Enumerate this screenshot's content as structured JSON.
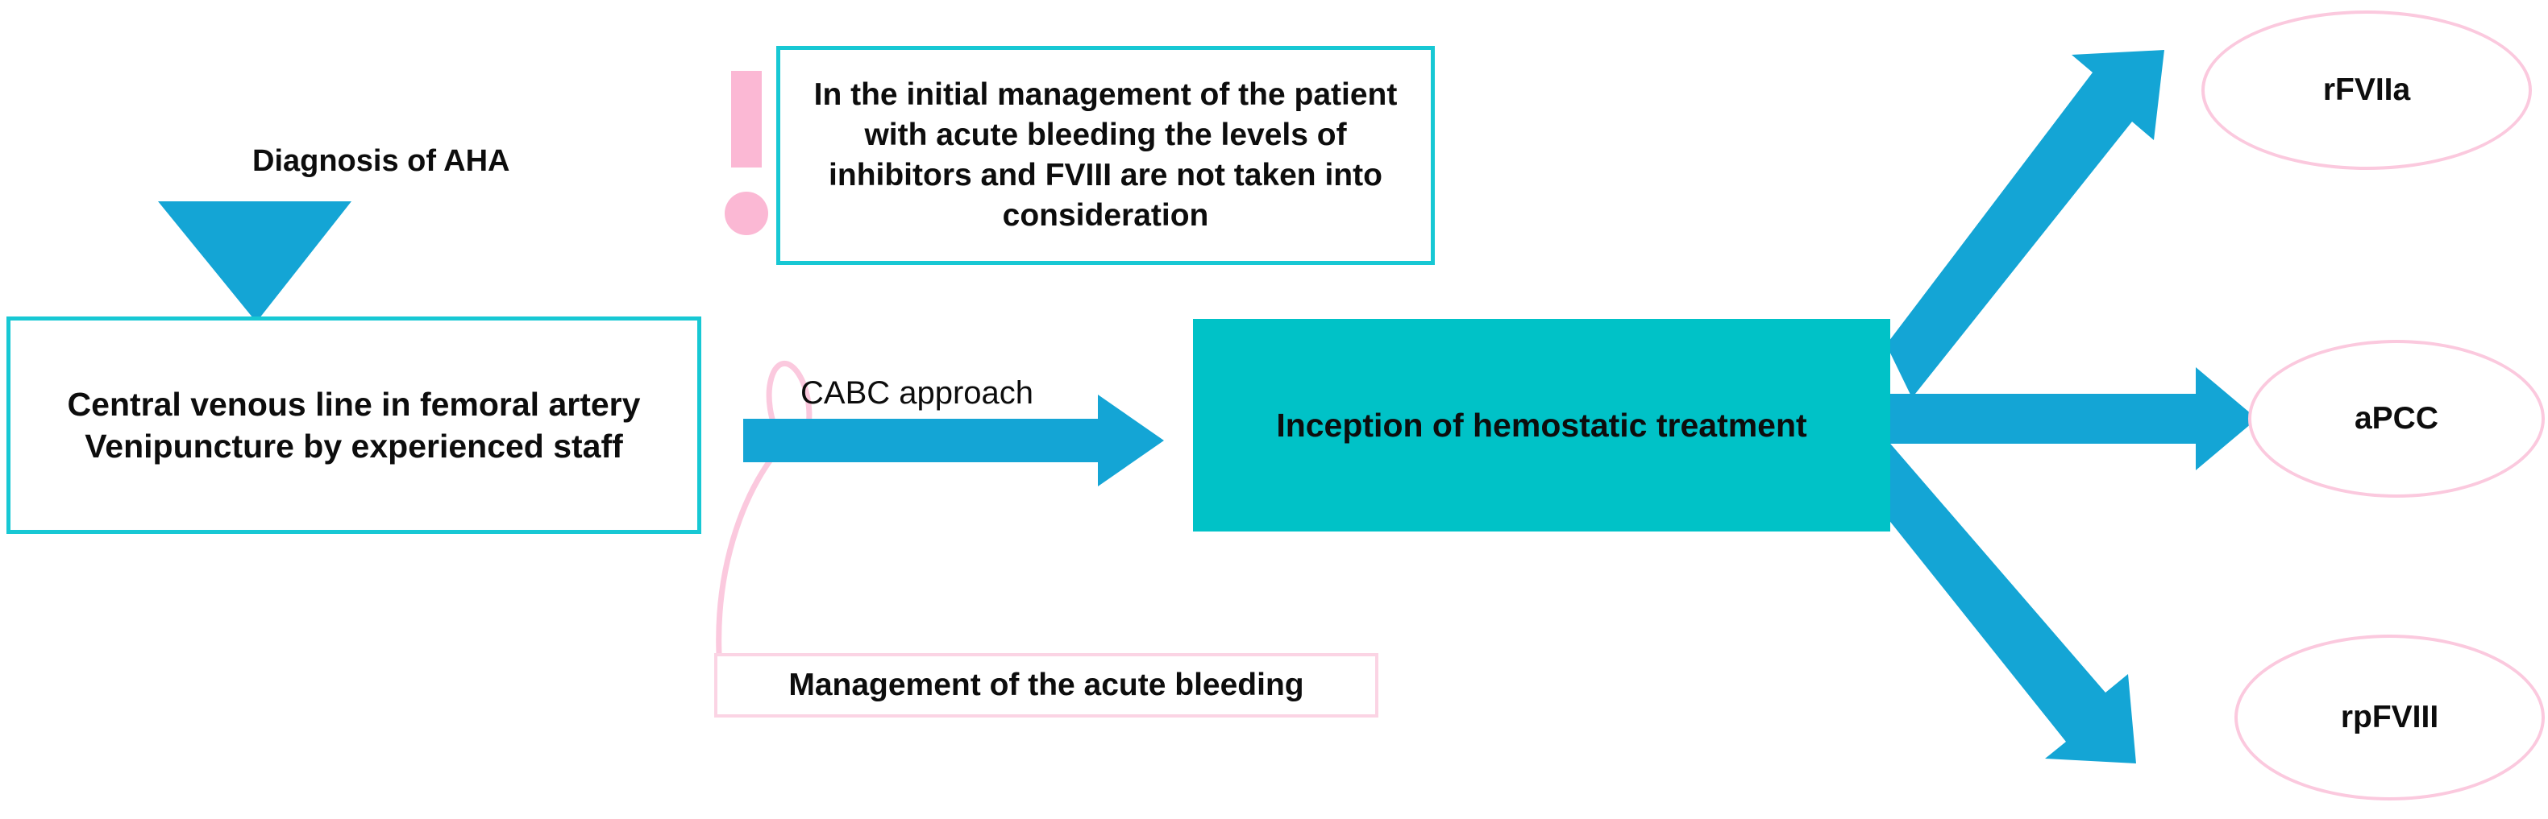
{
  "diagram": {
    "title_label": "Diagnosis of AHA",
    "procedure_box": "Central venous line in femoral artery\nVenipuncture by experienced staff",
    "procedure_line1": "Central venous line in femoral artery",
    "procedure_line2": "Venipuncture by experienced staff",
    "note_box": "In the initial management of the patient with acute bleeding the levels of inhibitors and FVIII are not taken into consideration",
    "cabc_label": "CABC approach",
    "bleeding_box": "Management of the acute bleeding",
    "hemostatic_box": "Inception of hemostatic treatment",
    "outcomes": [
      {
        "label": "rFVIIa"
      },
      {
        "label": "aPCC"
      },
      {
        "label": "rpFVIII"
      }
    ],
    "icons": {
      "exclamation": "!",
      "down_triangle": "down-triangle",
      "right_arrow": "right-arrow"
    },
    "colors": {
      "blue_arrow": "#14a5d5",
      "teal_fill": "#00c2c7",
      "teal_border": "#17c8d4",
      "pink_border": "#fbc9de",
      "pink_accent": "#fbb8d4",
      "text": "#0d0d0d",
      "background": "#ffffff"
    }
  }
}
